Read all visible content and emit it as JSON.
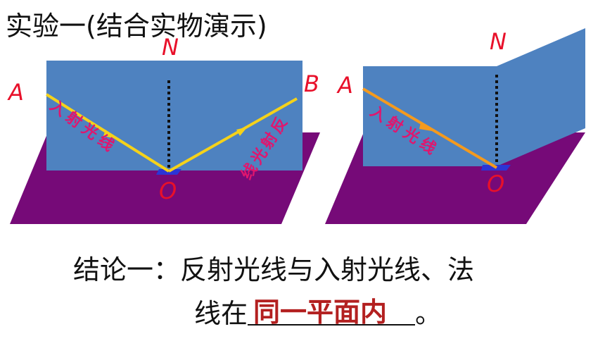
{
  "title": "实验一(结合实物演示)",
  "diagram_left": {
    "labels": {
      "A": "A",
      "B": "B",
      "N": "N",
      "O": "O"
    },
    "incident_ray_text": [
      "入",
      "射",
      "光",
      "线"
    ],
    "reflected_ray_text": [
      "反",
      "射",
      "光",
      "线"
    ]
  },
  "diagram_right": {
    "labels": {
      "A": "A",
      "N": "N",
      "O": "O"
    },
    "incident_ray_text": [
      "入",
      "射",
      "光",
      "线"
    ]
  },
  "conclusion": {
    "line1": "结论一：反射光线与入射光线、法",
    "line2_prefix": "线在",
    "answer": "同一平面内",
    "line2_suffix": "。"
  },
  "colors": {
    "board": "#4e82c0",
    "floor": "#760a78",
    "ray_left": "#f5d21a",
    "ray_right": "#f49a1e",
    "label": "#e8102a",
    "ray_text": "#e0166e",
    "answer": "#b32020"
  }
}
